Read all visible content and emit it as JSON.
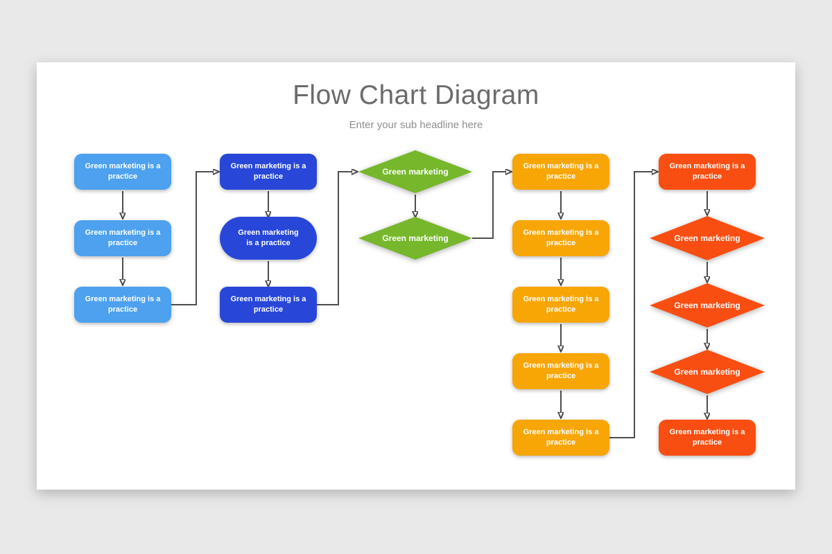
{
  "header": {
    "title": "Flow Chart Diagram",
    "subtitle": "Enter your sub headline here"
  },
  "labels": {
    "process": "Green marketing is a practice",
    "decision": "Green marketing"
  },
  "colors": {
    "page_background": "#e9e9e9",
    "slide_background": "#ffffff",
    "light_blue": "#4DA1EE",
    "dark_blue": "#2847D8",
    "green": "#76B72B",
    "amber": "#F8A606",
    "orange_red": "#F84E12",
    "connector": "#4d4d4d",
    "title_text": "#6b6b6b",
    "subtitle_text": "#8e8e8e",
    "node_text": "#ffffff"
  },
  "columns": [
    {
      "id": "light-blue-column",
      "nodes": [
        {
          "shape": "rounded-rect",
          "label": "Green marketing is a practice"
        },
        {
          "shape": "rounded-rect",
          "label": "Green marketing is a practice"
        },
        {
          "shape": "rounded-rect",
          "label": "Green marketing is a practice"
        }
      ]
    },
    {
      "id": "dark-blue-column",
      "nodes": [
        {
          "shape": "rounded-rect",
          "label": "Green marketing is a practice"
        },
        {
          "shape": "stadium",
          "label": "Green marketing is a practice"
        },
        {
          "shape": "rounded-rect",
          "label": "Green marketing is a practice"
        }
      ]
    },
    {
      "id": "green-column",
      "nodes": [
        {
          "shape": "diamond",
          "label": "Green marketing"
        },
        {
          "shape": "diamond",
          "label": "Green marketing"
        }
      ]
    },
    {
      "id": "amber-column",
      "nodes": [
        {
          "shape": "rounded-rect",
          "label": "Green marketing is a practice"
        },
        {
          "shape": "rounded-rect",
          "label": "Green marketing is a practice"
        },
        {
          "shape": "rounded-rect",
          "label": "Green marketing is a practice"
        },
        {
          "shape": "rounded-rect",
          "label": "Green marketing is a practice"
        },
        {
          "shape": "rounded-rect",
          "label": "Green marketing is a practice"
        }
      ]
    },
    {
      "id": "orange-column",
      "nodes": [
        {
          "shape": "rounded-rect",
          "label": "Green marketing is a practice"
        },
        {
          "shape": "diamond",
          "label": "Green marketing"
        },
        {
          "shape": "diamond",
          "label": "Green marketing"
        },
        {
          "shape": "diamond",
          "label": "Green marketing"
        },
        {
          "shape": "rounded-rect",
          "label": "Green marketing is a practice"
        }
      ]
    }
  ]
}
